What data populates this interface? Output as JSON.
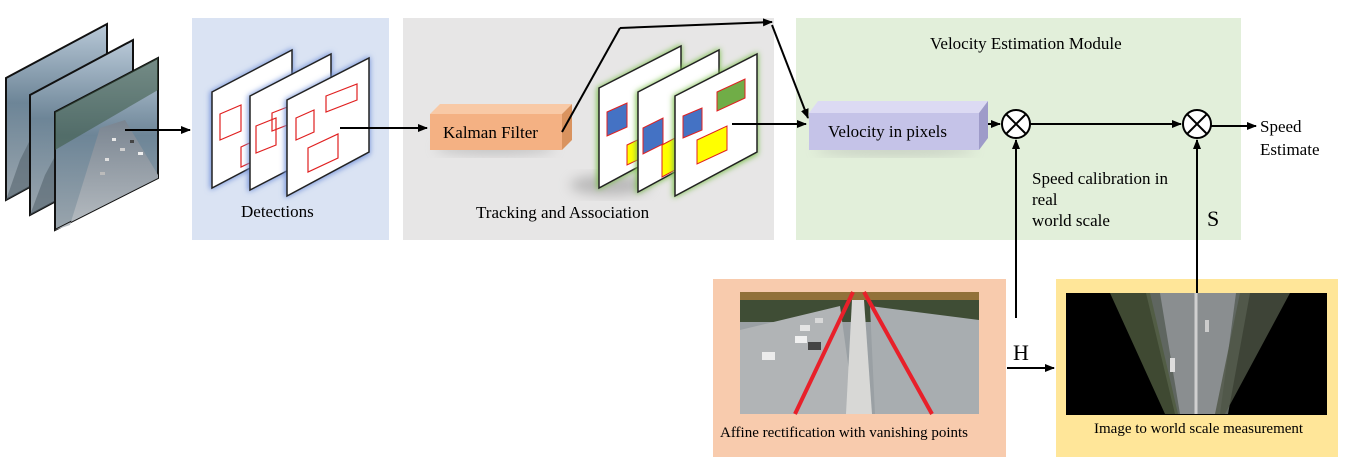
{
  "stages": {
    "detections": "Detections",
    "tracking": "Tracking and Association",
    "velocity_module": "Velocity Estimation Module"
  },
  "blocks": {
    "kalman": "Kalman Filter",
    "velocity_pixels": "Velocity in pixels"
  },
  "outputs": {
    "speed_line1": "Speed",
    "speed_line2": "Estimate"
  },
  "calibration": {
    "line1": "Speed calibration in",
    "line2": "real",
    "line3": "world scale"
  },
  "symbols": {
    "h": "H",
    "s": "S"
  },
  "bottom": {
    "affine": "Affine rectification with vanishing points",
    "world_scale": "Image to world scale measurement"
  },
  "colors": {
    "detections_bg": "#dae3f3",
    "tracking_bg": "#e7e6e6",
    "velocity_bg": "#e2efda",
    "kalman": "#f4b183",
    "velocity_block": "#c5c3e8",
    "affine_bg": "#f8cbad",
    "world_bg": "#ffe699",
    "box_red": "#e02020",
    "box_blue": "#4472c4",
    "box_green": "#70ad47",
    "box_yellow": "#ffff00",
    "lane_red": "#e8202a"
  }
}
